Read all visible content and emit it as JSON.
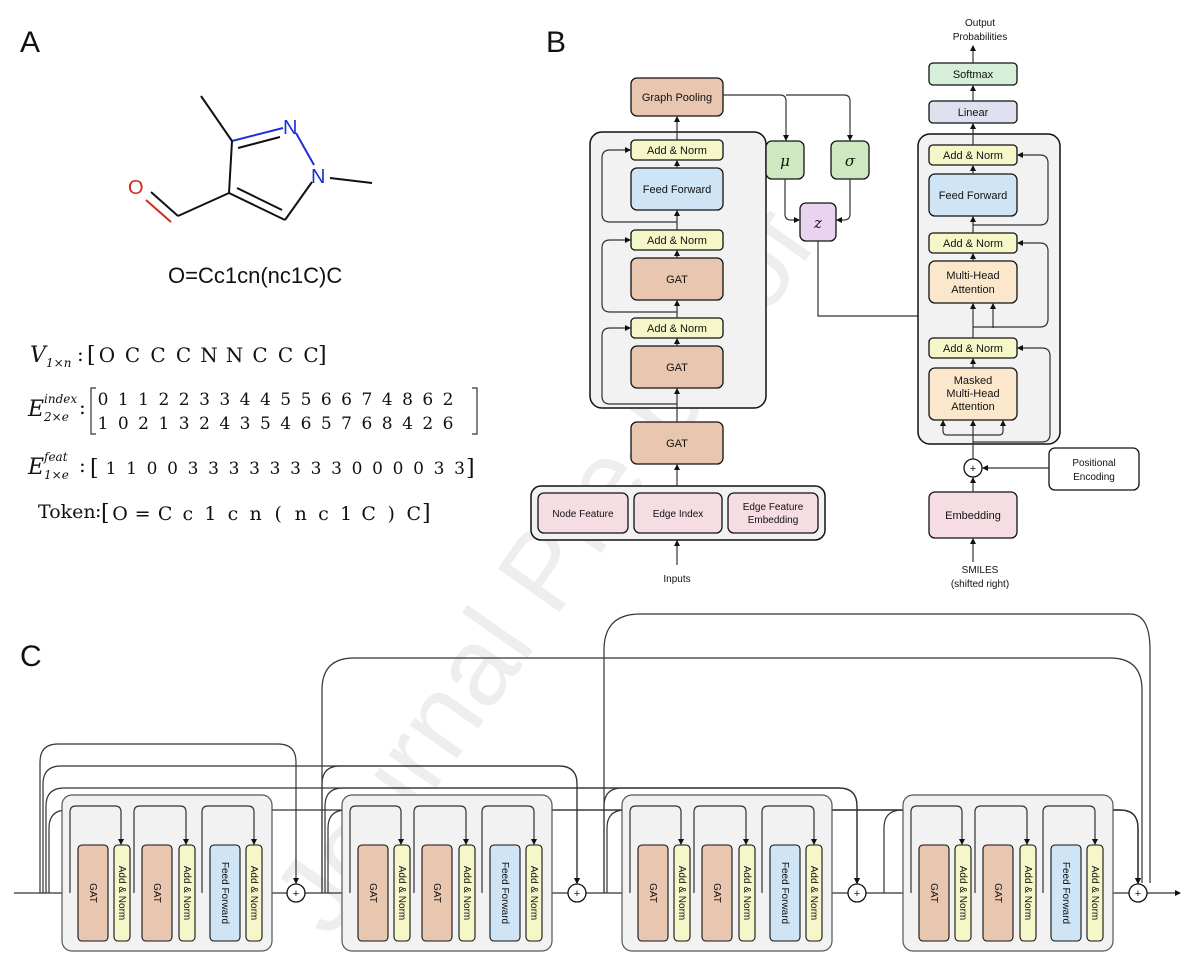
{
  "panels": {
    "a": "A",
    "b": "B",
    "c": "C"
  },
  "watermark": "Journal Pre-proof",
  "panel_a": {
    "atoms": {
      "o": "O",
      "n1": "N",
      "n2": "N"
    },
    "smiles": "O=Cc1cn(nc1C)C",
    "v_label": "V",
    "v_sub": "1×n",
    "v_values": [
      "O",
      "C",
      "C",
      "C",
      "N",
      "N",
      "C",
      "C",
      "C"
    ],
    "e_index_label": "E",
    "e_index_sup": "index",
    "e_index_sub": "2×e",
    "e_index_row1": [
      "0",
      "1",
      "1",
      "2",
      "2",
      "3",
      "3",
      "4",
      "4",
      "5",
      "5",
      "6",
      "6",
      "7",
      "4",
      "8",
      "6",
      "2"
    ],
    "e_index_row2": [
      "1",
      "0",
      "2",
      "1",
      "3",
      "2",
      "4",
      "3",
      "5",
      "4",
      "6",
      "5",
      "7",
      "6",
      "8",
      "4",
      "2",
      "6"
    ],
    "e_feat_label": "E",
    "e_feat_sup": "feat",
    "e_feat_sub": "1×e",
    "e_feat_values": [
      "1",
      "1",
      "0",
      "0",
      "3",
      "3",
      "3",
      "3",
      "3",
      "3",
      "3",
      "3",
      "0",
      "0",
      "0",
      "0",
      "3",
      "3"
    ],
    "token_label": "Token",
    "token_values": [
      "O",
      "=",
      "C",
      "c",
      "1",
      "c",
      "n",
      "(",
      "n",
      "c",
      "1",
      "C",
      ")",
      "C"
    ]
  },
  "panel_b": {
    "graph_pooling": "Graph Pooling",
    "add_norm": "Add & Norm",
    "feed_forward": "Feed Forward",
    "gat": "GAT",
    "mu": "μ",
    "sigma": "σ",
    "z": "z",
    "node_feature": "Node Feature",
    "edge_index": "Edge Index",
    "edge_feature_1": "Edge Feature",
    "edge_feature_2": "Embedding",
    "inputs": "Inputs",
    "output_1": "Output",
    "output_2": "Probabilities",
    "softmax": "Softmax",
    "linear": "Linear",
    "mha_1": "Multi-Head",
    "mha_2": "Attention",
    "masked_1": "Masked",
    "masked_2": "Multi-Head",
    "masked_3": "Attention",
    "embedding": "Embedding",
    "positional_1": "Positional",
    "positional_2": "Encoding",
    "smiles_1": "SMILES",
    "smiles_2": "(shifted right)",
    "plus": "+"
  },
  "panel_c": {
    "gat": "GAT",
    "add_norm": "Add & Norm",
    "feed_forward": "Feed Forward",
    "plus": "+"
  },
  "colors": {
    "gat": "#e8c6b0",
    "add_norm": "#f6f7c9",
    "feed_forward": "#cfe5f6",
    "mu_sigma": "#cfe8c2",
    "z": "#e9d3f1",
    "input_boxes": "#f6dde3",
    "embedding": "#f6dde3",
    "softmax": "#d6efd9",
    "linear": "#dfe1f0",
    "attention": "#fbe8cc",
    "stack_bg": "#f2f2f2",
    "atom_o": "#d42a1a",
    "atom_n": "#1f2fd4"
  }
}
